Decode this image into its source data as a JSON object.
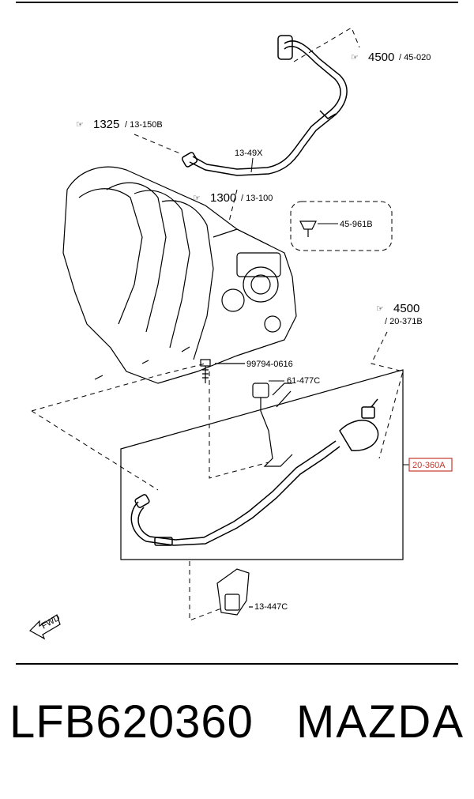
{
  "callouts": {
    "ref_4500_top": "4500",
    "ref_4500_top_sub": "/ 45-020",
    "ref_1325": "1325",
    "ref_1325_sub": "/ 13-150B",
    "hose_13_49x": "13-49X",
    "ref_1300": "1300",
    "ref_1300_sub": "/ 13-100",
    "clip_45_961b": "45-961B",
    "ref_4500_mid": "4500",
    "ref_4500_mid_sub": "/ 20-371B",
    "bolt_99794": "99794-0616",
    "bracket_61_477c": "61-477C",
    "part_20_360a": "20-360A",
    "bracket_13_447c": "13-447C",
    "fwd": "FWD"
  },
  "footer": {
    "part_number": "LFB620360",
    "brand": "MAZDA"
  },
  "colors": {
    "highlight": "#c0392b",
    "line": "#000000"
  }
}
